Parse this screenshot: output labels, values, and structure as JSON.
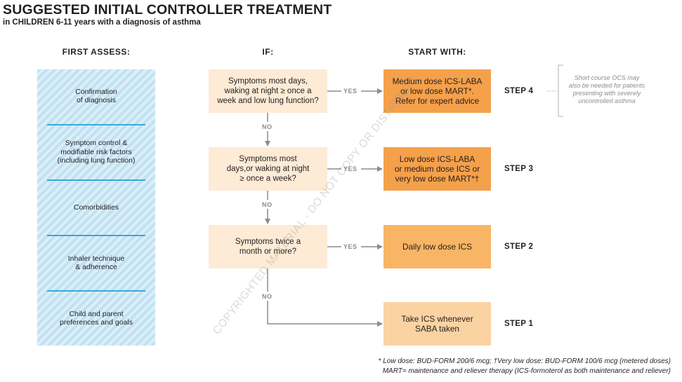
{
  "header": {
    "title": "SUGGESTED INITIAL CONTROLLER TREATMENT",
    "subtitle": "in CHILDREN 6-11 years with a diagnosis of asthma"
  },
  "columns": {
    "assess": "FIRST ASSESS:",
    "if": "IF:",
    "start": "START WITH:"
  },
  "assess_items": [
    "Confirmation\nof diagnosis",
    "Symptom control &\nmodifiable risk factors\n(including lung function)",
    "Comorbidities",
    "Inhaler technique\n& adherence",
    "Child and parent\npreferences and goals"
  ],
  "conditions": [
    "Symptoms most days,\nwaking at night ≥ once a\nweek and low lung function?",
    "Symptoms most\ndays,or waking at night\n≥ once a week?",
    "Symptoms twice a\nmonth or more?"
  ],
  "treatments": [
    "Medium dose ICS-LABA\nor low dose MART*.\nRefer for expert advice",
    "Low dose ICS-LABA\nor medium dose ICS or\nvery low dose MART*†",
    "Daily low dose ICS",
    "Take ICS whenever\nSABA taken"
  ],
  "steps": [
    "STEP 4",
    "STEP 3",
    "STEP 2",
    "STEP 1"
  ],
  "yes_label": "YES",
  "no_label": "NO",
  "ocs_note": "Short course OCS may\nalso be needed for patients\npresenting with severely\nuncontrolled asthma",
  "footnotes": [
    "* Low dose: BUD-FORM 200/6 mcg; †Very low dose: BUD-FORM 100/6 mcg (metered doses)",
    "MART= maintenance and reliever therapy (ICS-formoterol as both maintenance and reliever)"
  ],
  "watermark": "COPYRIGHTED MATERIAL - DO NOT COPY OR DISTRIBUTE",
  "colors": {
    "condition_fill": "#fdebd6",
    "step4_fill": "#f5a04b",
    "step3_fill": "#f5a04b",
    "step2_fill": "#f8b565",
    "step1_fill": "#fbd3a3",
    "divider": "#3aa9d8",
    "arrow": "#8c8c8c"
  }
}
